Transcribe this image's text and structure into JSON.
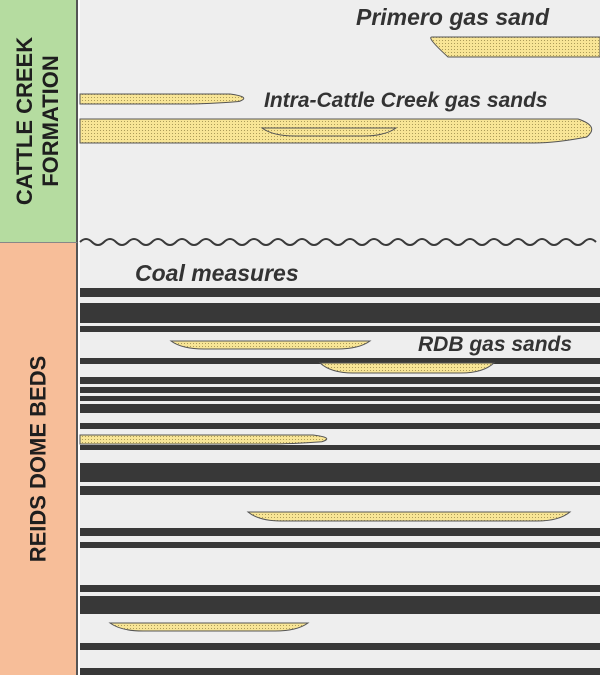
{
  "formations": {
    "cattle_creek": {
      "lines": [
        "CATTLE CREEK",
        "FORMATION"
      ],
      "color": "#b5dca0"
    },
    "reids_dome": {
      "name": "REIDS DOME BEDS",
      "color": "#f7be99"
    }
  },
  "labels": {
    "primero": "Primero gas sand",
    "intra": "Intra-Cattle Creek gas sands",
    "coal": "Coal measures",
    "rdb": "RDB gas sands"
  },
  "colors": {
    "background": "#eeeeee",
    "sand": "#f8e596",
    "sand_outline": "#555555",
    "coal": "#383838",
    "unconformity": "#3a3a3a"
  }
}
